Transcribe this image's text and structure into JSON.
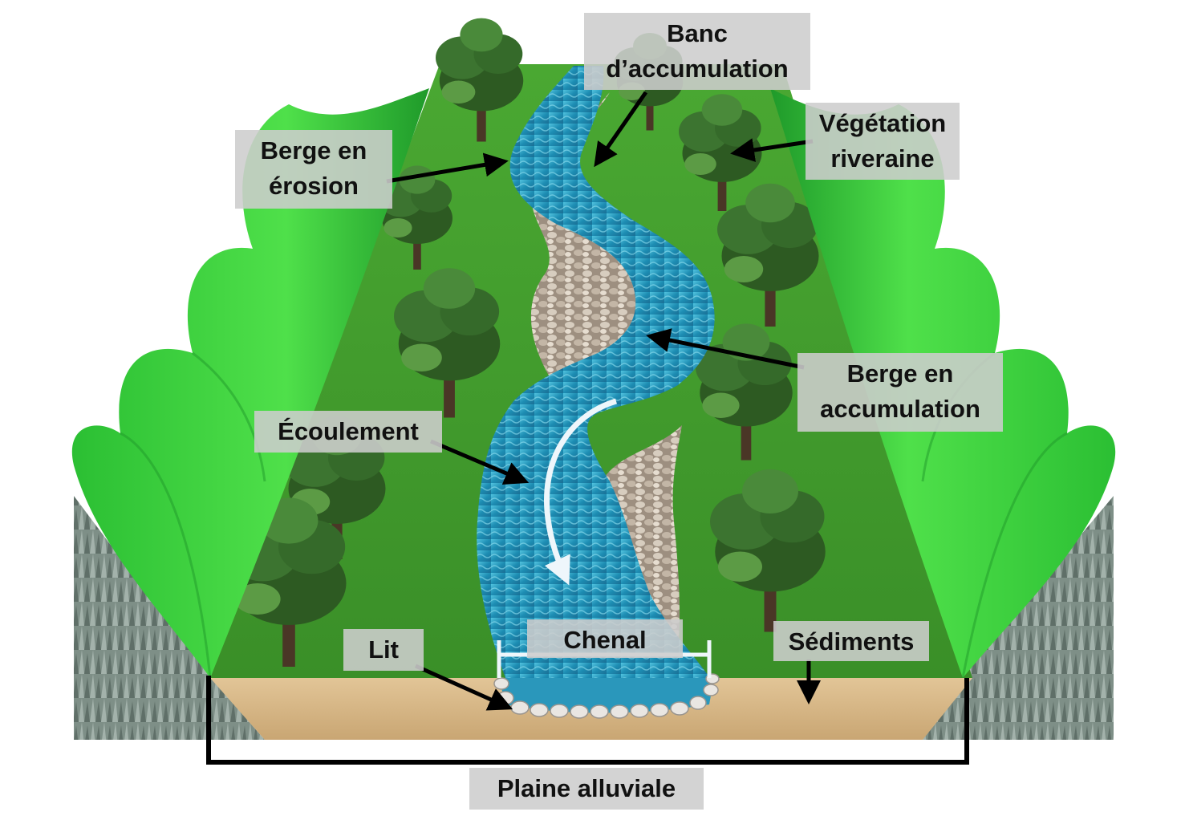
{
  "labels": {
    "banc_accumulation": [
      "Banc",
      "d’accumulation"
    ],
    "vegetation_riveraine": [
      "Végétation",
      "riveraine"
    ],
    "berge_erosion": [
      "Berge en",
      "érosion"
    ],
    "berge_accumulation": [
      "Berge en",
      "accumulation"
    ],
    "ecoulement": "Écoulement",
    "chenal": "Chenal",
    "lit": "Lit",
    "sediments": "Sédiments",
    "plaine_alluviale": "Plaine alluviale"
  },
  "colors": {
    "grass": "#3f9a2c",
    "grass_light": "#5fbf3c",
    "water": "#1f8fb4",
    "water_light": "#59c6e0",
    "gravel": "#b8aa98",
    "soil": "#d8b888",
    "rock": "#6f8078",
    "leaf": "#3fd63f",
    "leaf_dark": "#1f9a2a",
    "tree": "#2d5a22",
    "arrow": "#000000",
    "label_bg": "#cdcdcd"
  }
}
